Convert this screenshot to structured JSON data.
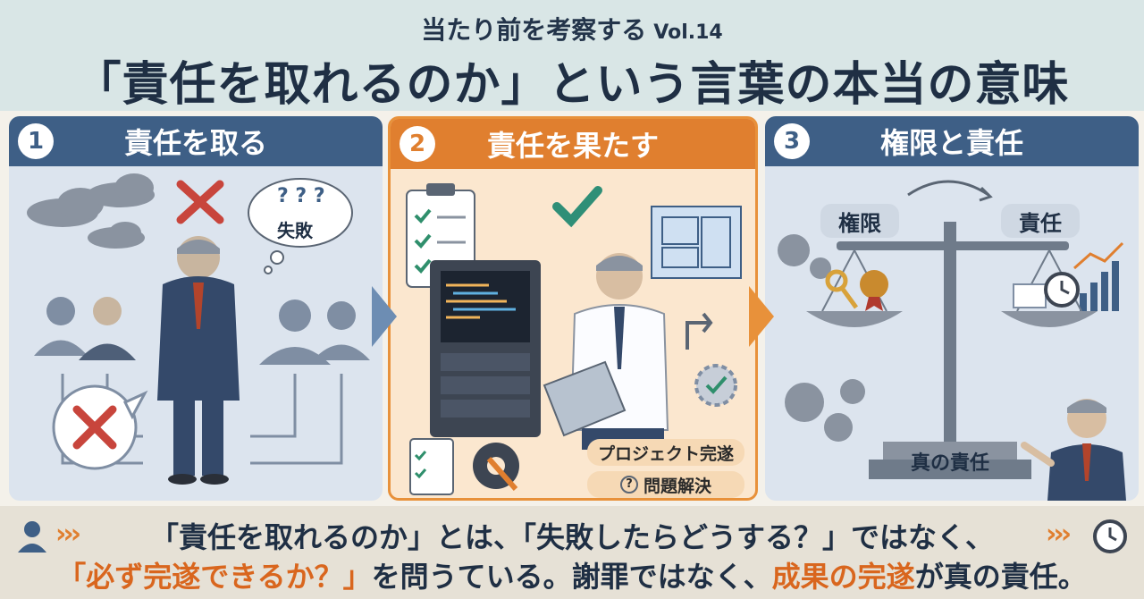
{
  "header": {
    "subtitle": "当たり前を考察する",
    "volume": "Vol.14",
    "title": "「責任を取れるのか」という言葉の本当の意味"
  },
  "panels": [
    {
      "number": "1",
      "title": "責任を取る",
      "bubble_text": "失敗"
    },
    {
      "number": "2",
      "title": "責任を果たす",
      "tag1": "プロジェクト完遂",
      "tag2": "問題解決"
    },
    {
      "number": "3",
      "title": "権限と責任",
      "label_left": "権限",
      "label_right": "責任",
      "base_label": "真の責任"
    }
  ],
  "footer": {
    "line1": "「責任を取れるのか」とは、「失敗したらどうする？」ではなく、",
    "line2_a": "「必ず完遂できるか？」",
    "line2_b": "を問うている。謝罪ではなく、",
    "line2_c": "成果の完遂",
    "line2_d": "が真の責任。"
  },
  "colors": {
    "navy": "#3e5f86",
    "orange": "#e07f2f",
    "panel_blue": "#dce4ee",
    "panel_orange": "#fbe7cf"
  }
}
